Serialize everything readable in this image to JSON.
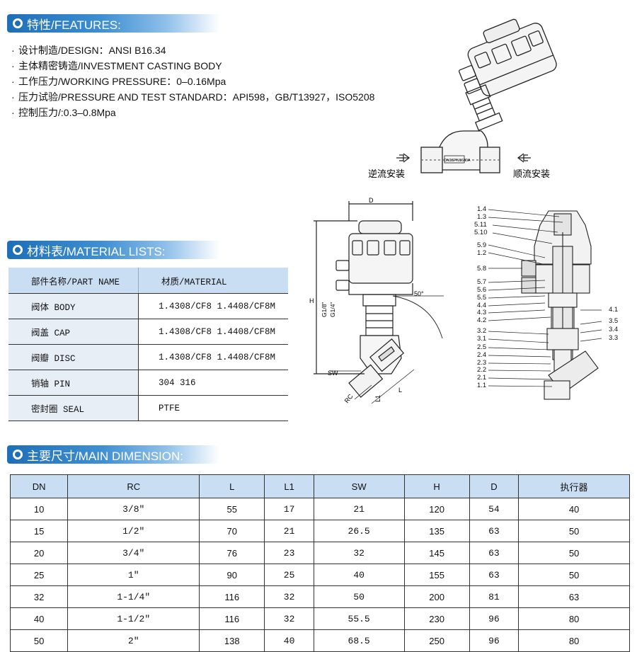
{
  "sections": {
    "features": "特性/FEATURES:",
    "materials": "材料表/MATERIAL LISTS:",
    "dimensions": "主要尺寸/MAIN DIMENSION:"
  },
  "features": [
    "设计制造/DESIGN：ANSI B16.34",
    "主体精密铸造/INVESTMENT CASTING BODY",
    "工作压力/WORKING PRESSURE：0–0.16Mpa",
    "压力试验/PRESSURE AND TEST STANDARD：API598，GB/T13927，ISO5208",
    "控制压力/:0.3–0.8Mpa"
  ],
  "bullet": "·",
  "install": {
    "reverse": "逆流安装",
    "forward": "顺流安装",
    "nameplate": "DN15PN1630A"
  },
  "drawing": {
    "D": "D",
    "H": "H",
    "g18": "G1/8\"",
    "g14": "G1/4\"",
    "angle": "50°",
    "SW": "SW",
    "RC": "RC",
    "L1": "L1",
    "L": "L"
  },
  "parts_left": [
    "1.4",
    "1.3",
    "5.11",
    "5.10",
    "5.9",
    "1.2",
    "5.8",
    "5.7",
    "5.6",
    "5.5",
    "4.4",
    "4.3",
    "4.2",
    "3.2",
    "3.1",
    "2.5",
    "2.4",
    "2.3",
    "2.2",
    "2.1",
    "1.1"
  ],
  "parts_right": [
    "4.1",
    "3.5",
    "3.4",
    "3.3"
  ],
  "material_table": {
    "headers": [
      "部件名称/PART NAME",
      "材质/MATERIAL"
    ],
    "rows": [
      [
        "阀体 BODY",
        "1.4308/CF8  1.4408/CF8M"
      ],
      [
        "阀盖 CAP",
        "1.4308/CF8  1.4408/CF8M"
      ],
      [
        "阀瓣 DISC",
        "1.4308/CF8  1.4408/CF8M"
      ],
      [
        "销轴 PIN",
        "304      316"
      ],
      [
        "密封圈 SEAL",
        "PTFE"
      ]
    ]
  },
  "dimension_table": {
    "headers": [
      "DN",
      "RC",
      "L",
      "L1",
      "SW",
      "H",
      "D",
      "执行器"
    ],
    "rows": [
      [
        "10",
        "3/8″",
        "55",
        "17",
        "21",
        "120",
        "54",
        "40"
      ],
      [
        "15",
        "1/2″",
        "70",
        "21",
        "26.5",
        "135",
        "63",
        "50"
      ],
      [
        "20",
        "3/4″",
        "76",
        "23",
        "32",
        "145",
        "63",
        "50"
      ],
      [
        "25",
        "1″",
        "90",
        "25",
        "40",
        "155",
        "63",
        "50"
      ],
      [
        "32",
        "1-1/4″",
        "116",
        "32",
        "50",
        "200",
        "81",
        "63"
      ],
      [
        "40",
        "1-1/2″",
        "116",
        "32",
        "55.5",
        "230",
        "96",
        "80"
      ],
      [
        "50",
        "2″",
        "138",
        "40",
        "68.5",
        "250",
        "96",
        "80"
      ]
    ]
  }
}
